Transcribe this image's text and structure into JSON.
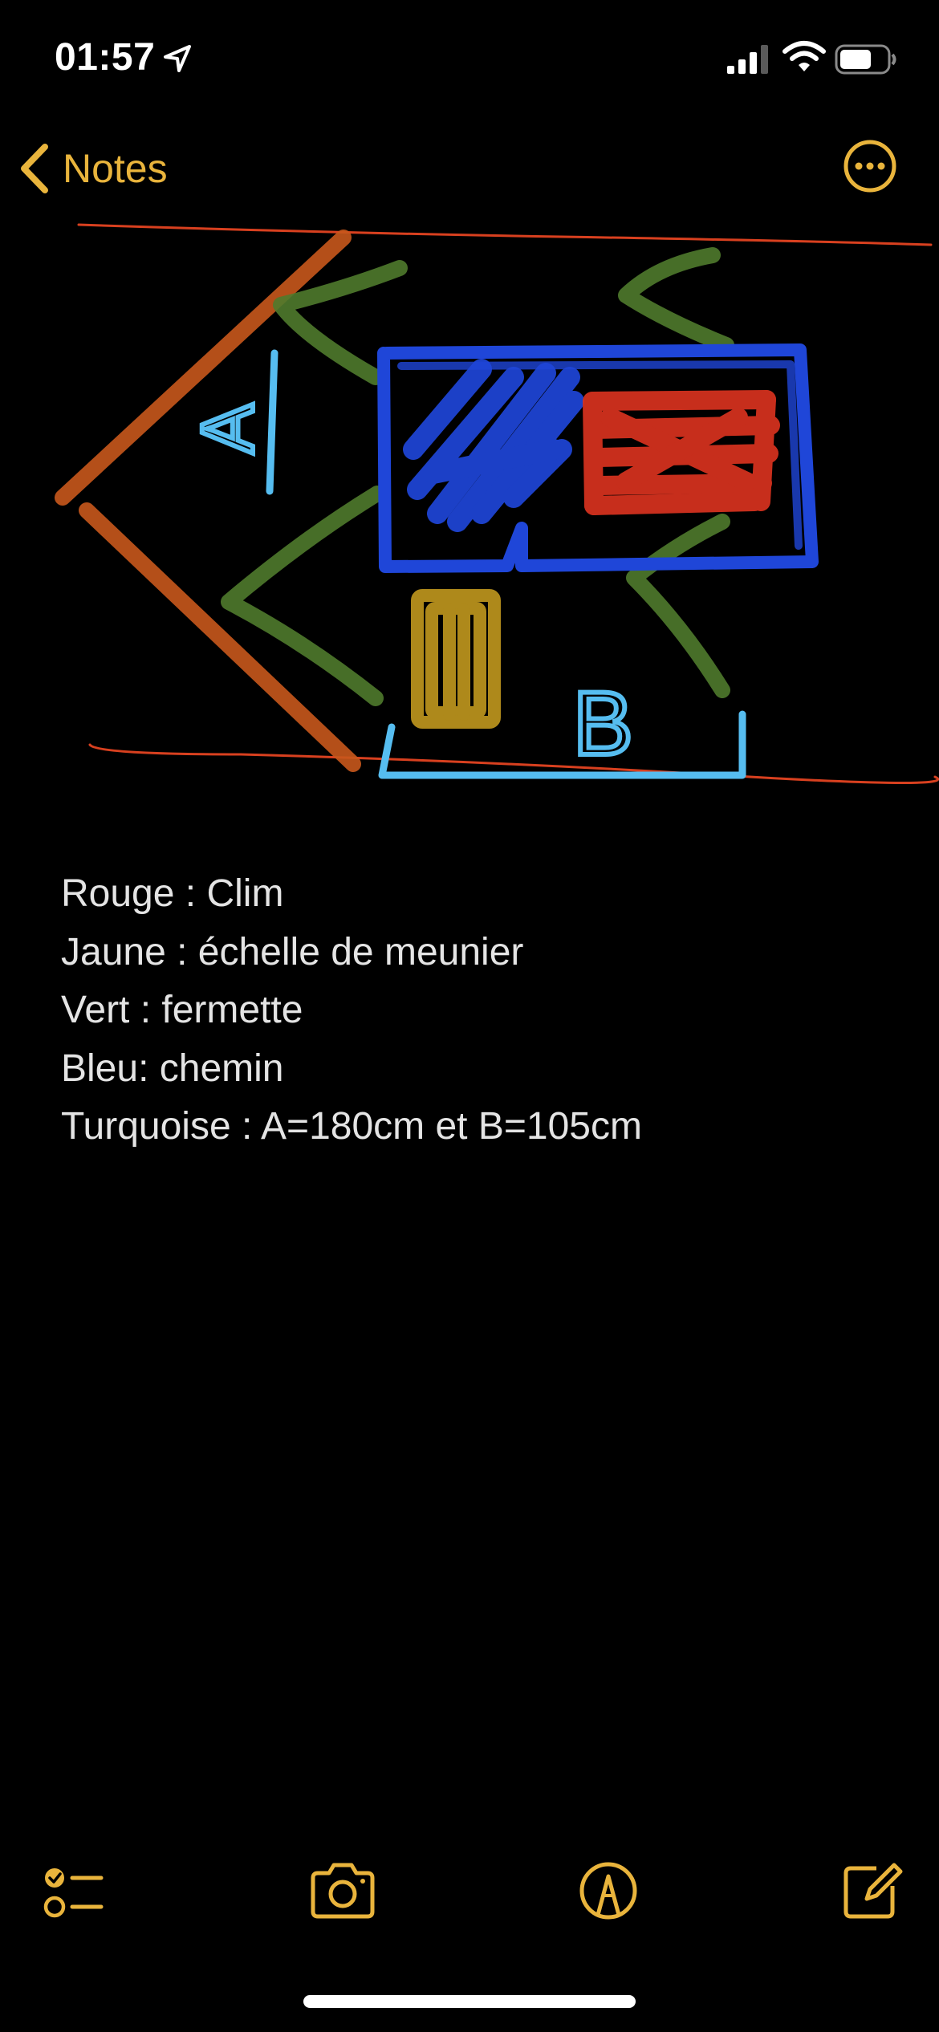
{
  "status_bar": {
    "time": "01:57",
    "location_icon": "location-arrow-icon",
    "signal_icon": "cellular-signal-icon",
    "wifi_icon": "wifi-icon",
    "battery_icon": "battery-icon"
  },
  "nav": {
    "back_label": "Notes",
    "back_icon": "chevron-left-icon",
    "more_icon": "ellipsis-circle-icon"
  },
  "colors": {
    "accent": "#e9b43c",
    "background": "#000000",
    "text": "#e4e4e4",
    "drawing_orange": "#c8581c",
    "drawing_green": "#4f7a2c",
    "drawing_blue": "#1f46d8",
    "drawing_red": "#d8321f",
    "drawing_yellow": "#b8911d",
    "drawing_turquoise": "#56bdf0",
    "drawing_red_line": "#d8401f"
  },
  "drawing": {
    "label_a": "A",
    "label_b": "B"
  },
  "note": {
    "lines": [
      "Rouge : Clim",
      "Jaune : échelle de meunier",
      "Vert : fermette",
      "Bleu: chemin",
      "Turquoise : A=180cm et B=105cm"
    ]
  },
  "toolbar": {
    "checklist_icon": "checklist-icon",
    "camera_icon": "camera-icon",
    "markup_icon": "markup-pen-icon",
    "compose_icon": "compose-icon"
  }
}
